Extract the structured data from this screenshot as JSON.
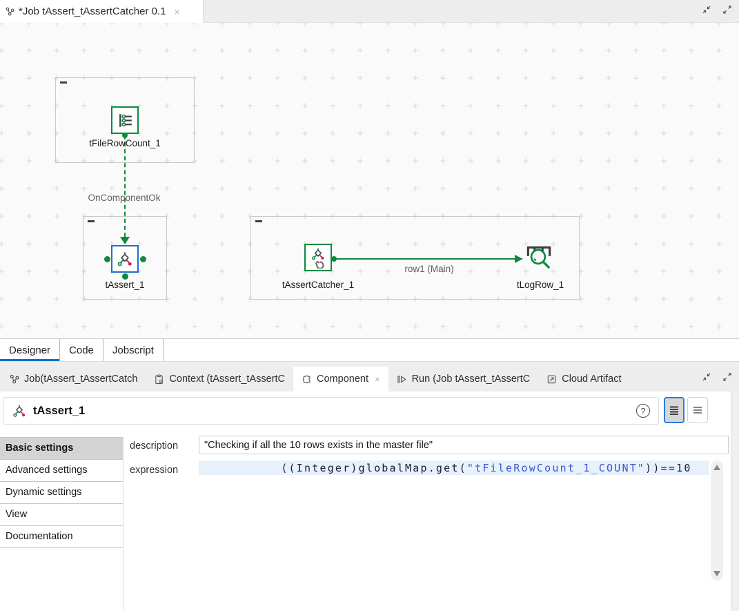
{
  "editor": {
    "tab_title": "*Job tAssert_tAssertCatcher 0.1"
  },
  "glyphs": {
    "close": "×",
    "help": "?"
  },
  "canvas": {
    "nodes": [
      {
        "label": "tFileRowCount_1",
        "component": "tFileRowCount",
        "selected": false
      },
      {
        "label": "tAssert_1",
        "component": "tAssert",
        "selected": true
      },
      {
        "label": "tAssertCatcher_1",
        "component": "tAssertCatcher",
        "selected": false
      },
      {
        "label": "tLogRow_1",
        "component": "tLogRow",
        "selected": false
      }
    ],
    "connections": [
      {
        "label": "OnComponentOk",
        "type": "trigger",
        "style": "dashed-green"
      },
      {
        "label": "row1 (Main)",
        "type": "row",
        "style": "solid-green"
      }
    ]
  },
  "designer_tabs": [
    {
      "label": "Designer",
      "active": true
    },
    {
      "label": "Code",
      "active": false
    },
    {
      "label": "Jobscript",
      "active": false
    }
  ],
  "panel_tabs": [
    {
      "label": "Job(tAssert_tAssertCatch",
      "icon": "job-icon",
      "active": false
    },
    {
      "label": "Context (tAssert_tAssertC",
      "icon": "context-icon",
      "active": false
    },
    {
      "label": "Component",
      "icon": "component-icon",
      "active": true,
      "closable": true
    },
    {
      "label": "Run (Job tAssert_tAssertC",
      "icon": "run-icon",
      "active": false
    },
    {
      "label": "Cloud Artifact",
      "icon": "cloud-artifact-icon",
      "active": false
    }
  ],
  "component_panel": {
    "title": "tAssert_1",
    "sections": [
      {
        "label": "Basic settings",
        "active": true
      },
      {
        "label": "Advanced settings",
        "active": false
      },
      {
        "label": "Dynamic settings",
        "active": false
      },
      {
        "label": "View",
        "active": false
      },
      {
        "label": "Documentation",
        "active": false
      }
    ],
    "fields": {
      "description": {
        "label": "description",
        "value": "\"Checking if all the 10 rows exists in the master file\""
      },
      "expression": {
        "label": "expression",
        "code": {
          "prefix": "((Integer)globalMap.get(",
          "string": "\"tFileRowCount_1_COUNT\"",
          "suffix": "))==10"
        }
      }
    }
  },
  "colors": {
    "talend_green": "#0e8a3e",
    "selection_blue": "#1f6fce",
    "assert_red": "#c62356",
    "tab_accent_blue": "#0f6fd0",
    "code_string_blue": "#3a55cc",
    "expression_highlight": "#e7f1fb"
  }
}
